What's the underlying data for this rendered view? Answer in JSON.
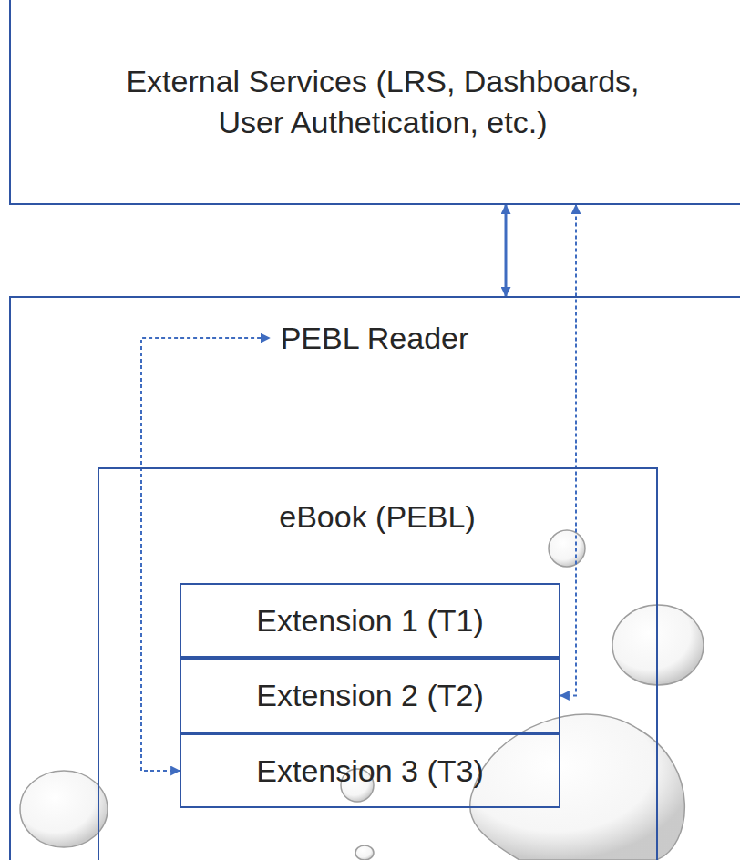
{
  "diagram": {
    "nodes": [
      {
        "text": [
          "External Services (LRS, Dashboards, User Authetication, etc.)"
        ]
      },
      {
        "text": [
          "PEBL Reader"
        ]
      },
      {
        "text": [
          "eBook (PEBL)"
        ],
        "in": 1
      },
      {
        "text": [
          "Extension 1 (T1)"
        ],
        "in": 2
      },
      {
        "text": [
          "Extension 2 (T2)"
        ],
        "in": 2
      },
      {
        "text": [
          "Extension 3 (T3)"
        ],
        "in": 2
      }
    ],
    "edges": [
      {
        "from": 0,
        "to": 1,
        "arrow": "both"
      },
      {
        "from": 5,
        "to": 1,
        "arrow": "both"
      },
      {
        "from": 4,
        "to": 0,
        "arrow": "both"
      }
    ]
  }
}
